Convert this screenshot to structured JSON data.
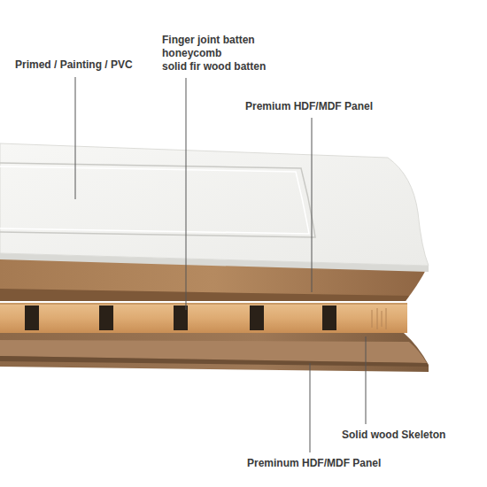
{
  "diagram": {
    "labels": [
      "Primed / Painting / PVC",
      "Finger joint batten",
      "honeycomb",
      "solid fir wood batten",
      "Premium HDF/MDF Panel",
      "Solid wood Skeleton",
      "Preminum HDF/MDF Panel"
    ]
  }
}
